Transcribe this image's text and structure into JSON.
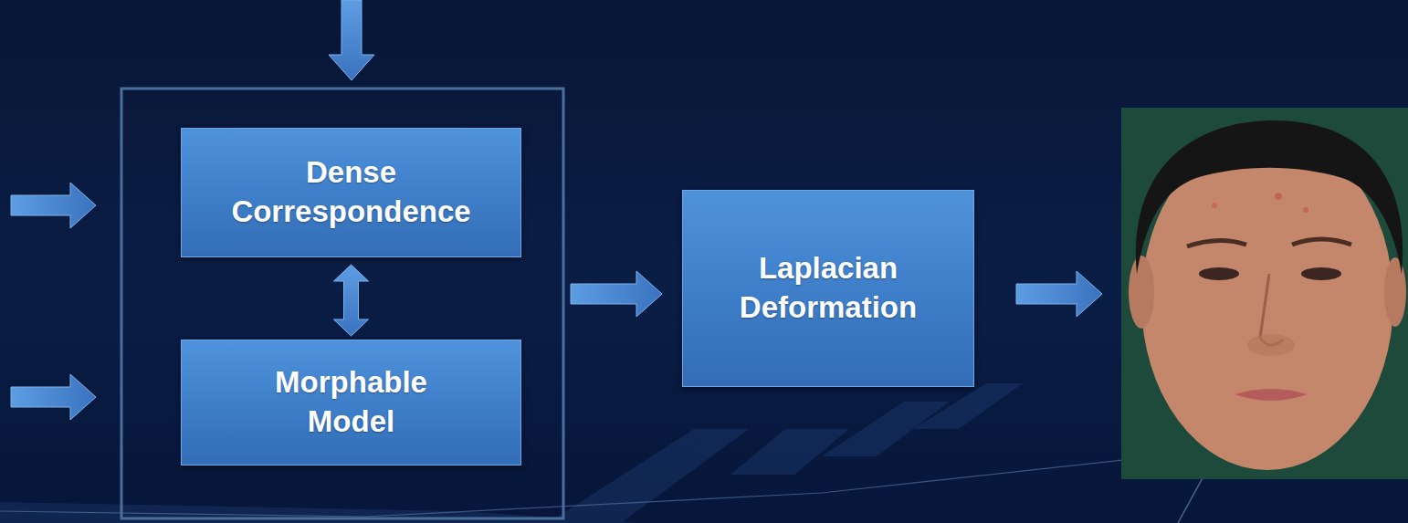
{
  "diagram": {
    "nodes": [
      {
        "text": [
          "Dense Correspondence"
        ]
      },
      {
        "text": [
          "Morphable Model"
        ]
      },
      {
        "text": [
          "Laplacian Deformation"
        ]
      }
    ],
    "edges": [
      {
        "from": 0,
        "to": 1,
        "arrow": "both"
      }
    ]
  }
}
